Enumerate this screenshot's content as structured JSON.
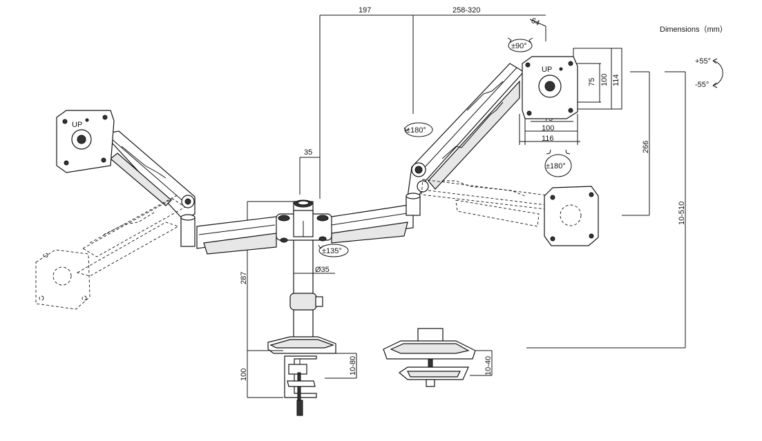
{
  "diagram": {
    "units_note": "Dimensions（mm）",
    "dimensions": {
      "arm_reach": "197",
      "arm_extension": "258-320",
      "tilt_offset": "64",
      "vesa_75_h": "75",
      "vesa_100_h": "100",
      "plate_h": "114",
      "vesa_75_w": "75",
      "vesa_100_w": "100",
      "plate_w": "116",
      "pole_offset": "35",
      "height_adjust": "266",
      "max_height": "10-510",
      "pole_height": "287",
      "pole_diameter": "Ø35",
      "clamp_height": "100",
      "clamp_range": "10-80",
      "grommet_range": "10-40"
    },
    "rotations": {
      "plate_rotation": "±90°",
      "tilt_up": "+55°",
      "tilt_down": "-55°",
      "arm_swivel": "±180°",
      "head_swivel": "±180°",
      "base_swivel": "±135°"
    },
    "labels": {
      "up_mark": "UP"
    }
  }
}
